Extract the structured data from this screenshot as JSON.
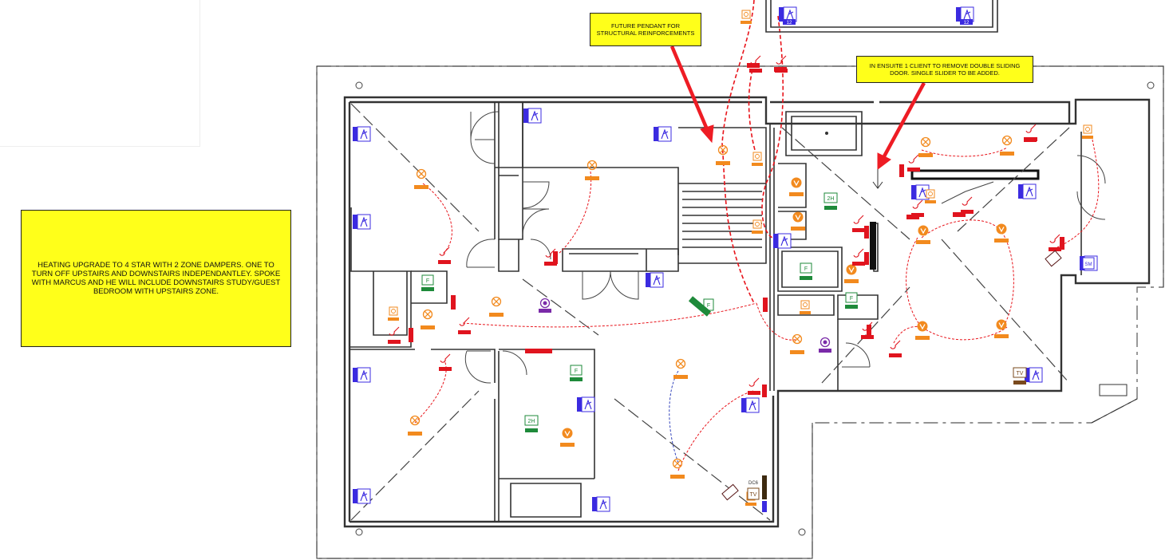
{
  "notes": {
    "heating": "HEATING UPGRADE TO 4 STAR WITH 2 ZONE DAMPERS. ONE TO TURN OFF UPSTAIRS AND DOWNSTAIRS INDEPENDANTLEY. SPOKE WITH MARCUS AND HE WILL INCLUDE DOWNSTAIRS STUDY/GUEST BEDROOM WITH UPSTAIRS ZONE.",
    "pendant": "FUTURE PENDANT FOR STRUCTURAL REINFORCEMENTS",
    "ensuite": "IN ENSUITE 1 CLIENT TO REMOVE DOUBLE SLIDING DOOR. SINGLE SLIDER TO BE ADDED."
  },
  "symbol_labels": {
    "heater": "2H",
    "fan": "F",
    "tv": "TV",
    "data": "DC6",
    "circuit_12": "12",
    "smoke": "SM"
  },
  "colors": {
    "wall": "#333333",
    "wire": "#e8141b",
    "wire_blue": "#3344bb",
    "light": "#f28a1e",
    "switch": "#e0141e",
    "data": "#3b2be0",
    "heater": "#1e8a3a",
    "alarm": "#7a2aa8",
    "tv": "#7a4a1e",
    "note_bg": "#ffff1a",
    "arrow": "#ee1c24"
  },
  "icons": [
    "downlight-icon",
    "wall-switch-icon",
    "data-point-icon",
    "power-outlet-icon",
    "heater-icon",
    "exhaust-fan-icon",
    "smoke-alarm-icon",
    "tv-point-icon"
  ]
}
